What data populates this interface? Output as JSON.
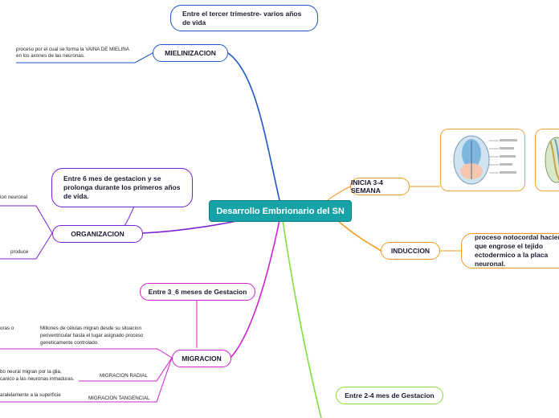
{
  "central": "Desarrollo Embrionario del SN",
  "nodes": {
    "tercer_trimestre": "Entre el tercer trimestre- varios años de vida",
    "mielinizacion": "MIELINIZACION",
    "seis_mes": "Entre 6 mes de gestacion y se prolonga durante los primeros años de vida.",
    "organizacion": "ORGANIZACION",
    "tres_seis": "Entre 3_6 meses de Gestacion",
    "migracion": "MIGRACION",
    "inicia": "INICIA 3-4 SEMANA",
    "induccion": "INDUCCION",
    "proceso_notocordal": "proceso notocordal haciendo que engrose el tejido ectodermico a la placa neuronal.",
    "dos_cuatro": "Entre 2-4 mes de Gestacion"
  },
  "labels": {
    "mielina_line1": "proceso por el cual se forma la VAINA DE MIELINA",
    "mielina_line2": "en los axones de las neuronas.",
    "ion_neuronal": "ion neuronal",
    "produce": "produce",
    "oras_o": "oras o",
    "millones_line1": "Millones de células migran desde su situacion",
    "millones_line2": "periventricular hasta el lugar asignado proceso",
    "millones_line3": "geneticamente controlado.",
    "migracion_radial": "MIGRACION RADIAL",
    "radial_line1": "bo neural migran por la glia,",
    "radial_line2": "canico a las neuronas inmaduras.",
    "migracion_tangencial": "MIGRACION TANGENCIAL",
    "paralelamente": "aralelamente a la superficie"
  },
  "colors": {
    "blue": "#1e56c8",
    "purple": "#7b1fd0",
    "magenta": "#d21fd2",
    "orange": "#f39a1e",
    "green": "#7ee041",
    "teal": "#17a2a8"
  }
}
